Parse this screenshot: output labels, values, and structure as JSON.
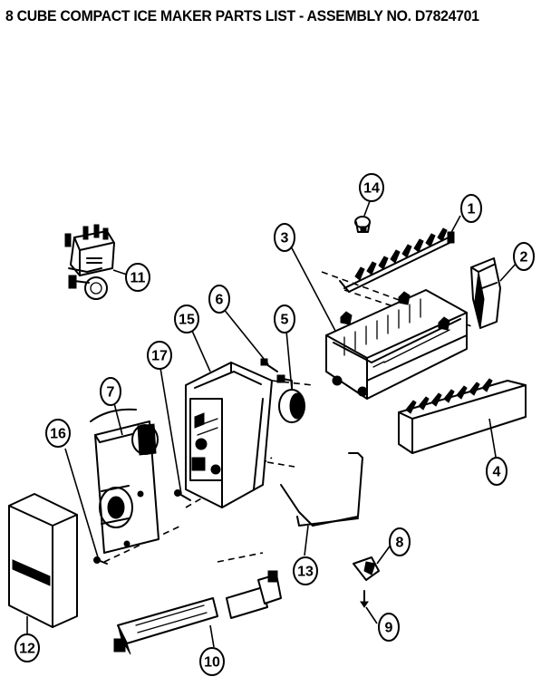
{
  "title": "8 CUBE COMPACT ICE MAKER PARTS LIST - ASSEMBLY NO. D7824701",
  "callouts": {
    "c1": "1",
    "c2": "2",
    "c3": "3",
    "c4": "4",
    "c5": "5",
    "c6": "6",
    "c7": "7",
    "c8": "8",
    "c9": "9",
    "c10": "10",
    "c11": "11",
    "c12": "12",
    "c13": "13",
    "c14": "14",
    "c15": "15",
    "c16": "16",
    "c17": "17"
  }
}
